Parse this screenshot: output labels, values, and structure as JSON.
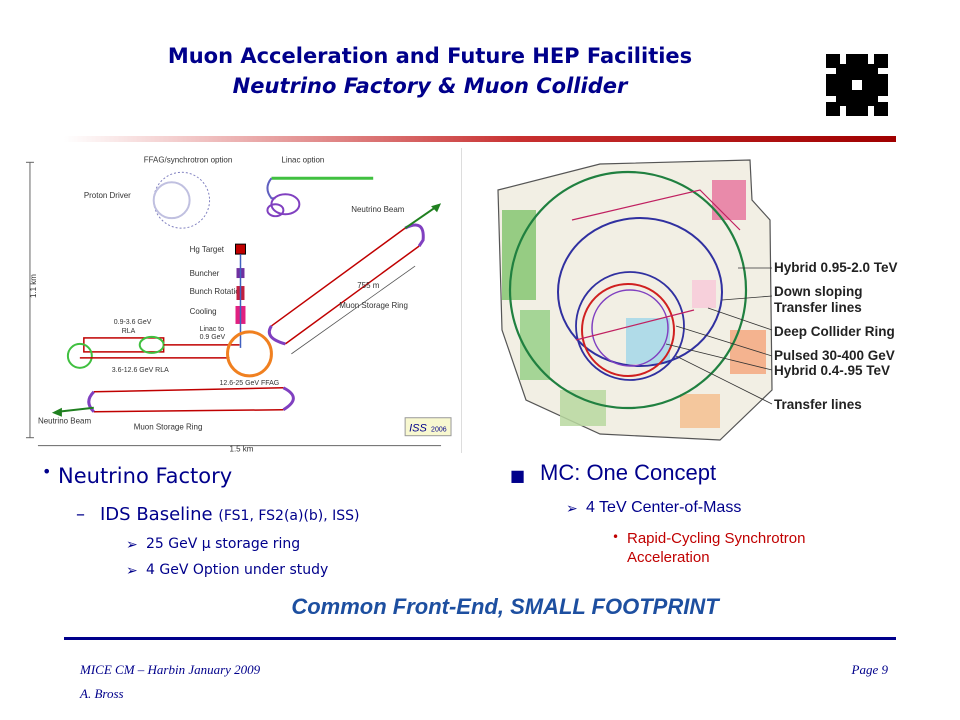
{
  "header": {
    "title_line1": "Muon Acceleration and Future HEP Facilities",
    "title_line2": "Neutrino Factory & Muon Collider"
  },
  "left_figure": {
    "ffag_option": "FFAG/synchrotron option",
    "linac_option": "Linac option",
    "proton_driver": "Proton Driver",
    "neutrino_beam_top": "Neutrino Beam",
    "hg_target": "Hg Target",
    "buncher": "Buncher",
    "bunch_rotation": "Bunch Rotation",
    "cooling": "Cooling",
    "length_755": "755 m",
    "muon_storage_ring_top": "Muon Storage Ring",
    "rla1_line1": "0.9-3.6 GeV",
    "rla1_line2": "RLA",
    "linac_to_line1": "Linac to",
    "linac_to_line2": "0.9 GeV",
    "rla2": "3.6-12.6 GeV RLA",
    "ffag": "12.6-25 GeV FFAG",
    "neutrino_beam_bottom": "Neutrino Beam",
    "muon_storage_ring_bottom": "Muon Storage Ring",
    "scale_v": "1.1 km",
    "scale_h": "1.5 km",
    "iss_badge_main": "ISS",
    "iss_badge_year": "2006"
  },
  "right_figure": {
    "labels": [
      "Hybrid 0.95-2.0 TeV",
      "Down sloping",
      "Transfer lines",
      "Deep Collider Ring",
      "Pulsed 30-400 GeV",
      "Hybrid 0.4-.95 TeV",
      "Transfer lines"
    ]
  },
  "left_bullets": {
    "l1": "Neutrino Factory",
    "l2_main": "IDS Baseline",
    "l2_small": "(FS1, FS2(a)(b), ISS)",
    "l3a_pre": "25 GeV",
    "l3a_mu": "μ",
    "l3a_post": "storage ring",
    "l3b": "4 GeV Option under study"
  },
  "right_bullets": {
    "r1": "MC: One Concept",
    "r2": "4 TeV Center-of-Mass",
    "r3": "Rapid-Cycling Synchrotron Acceleration"
  },
  "banner": "Common Front-End, SMALL FOOTPRINT",
  "footer": {
    "left1": "MICE CM – Harbin January 2009",
    "left2": "A. Bross",
    "right": "Page  9"
  },
  "colors": {
    "title": "#00008b",
    "banner": "#1d4fa0",
    "accent_red": "#c00000"
  }
}
